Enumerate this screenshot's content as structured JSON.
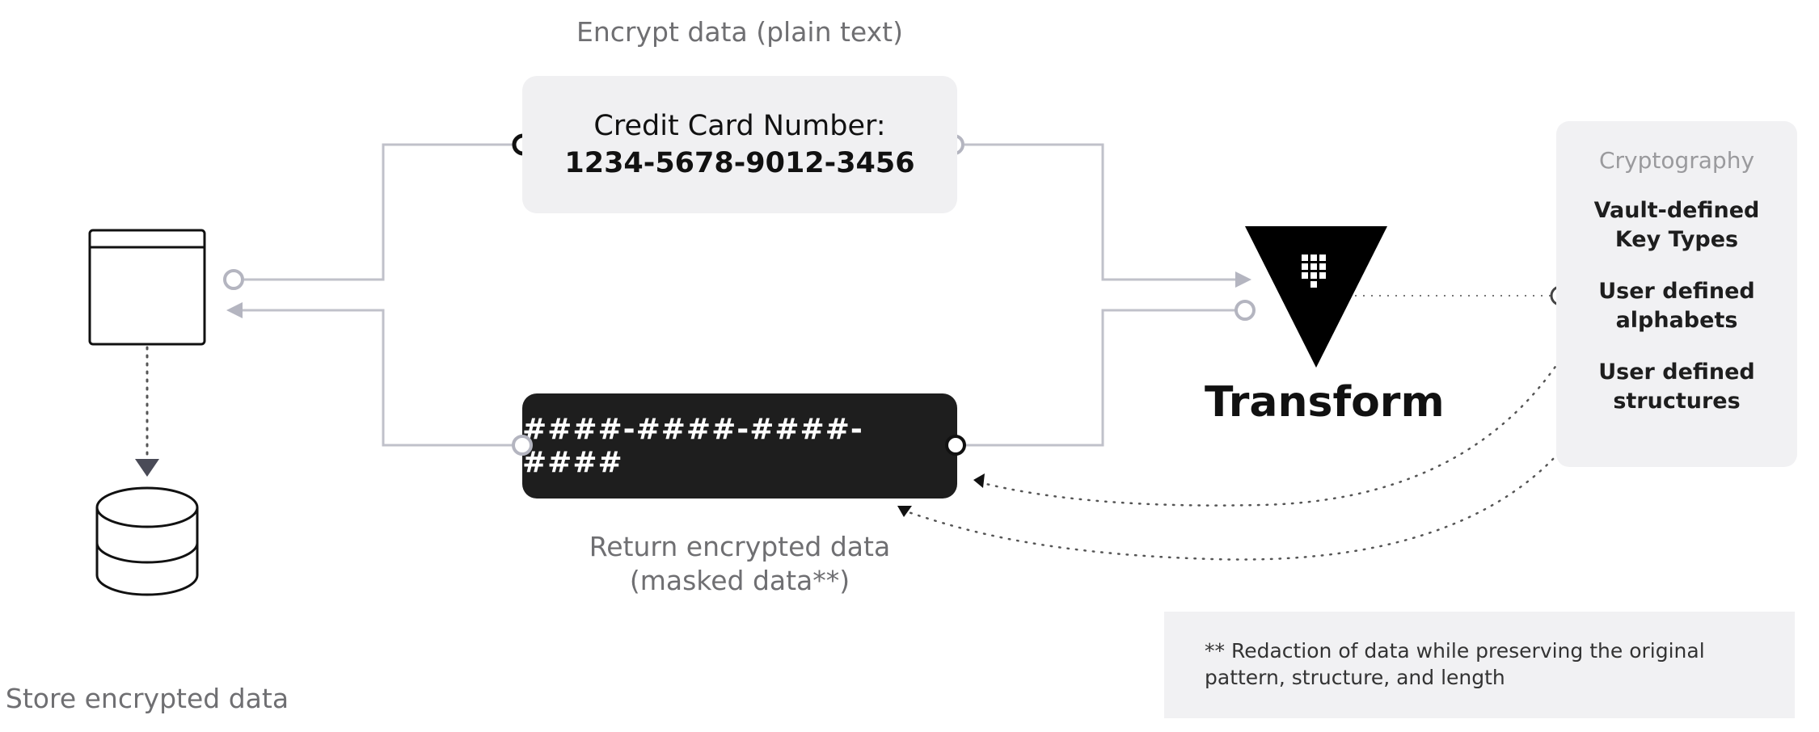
{
  "diagram": {
    "encrypt_label": "Encrypt data (plain text)",
    "plain_card": {
      "line1": "Credit Card Number:",
      "line2": "1234-5678-9012-3456"
    },
    "masked_card": {
      "value": "####-####-####-####"
    },
    "return_label": {
      "line1": "Return encrypted data",
      "line2": "(masked data**)"
    },
    "store_label": "Store encrypted data",
    "transform": {
      "label": "Transform",
      "icon": "vault-logo-icon"
    },
    "crypto_panel": {
      "title": "Cryptography",
      "items": [
        {
          "line1": "Vault-defined",
          "line2": "Key Types"
        },
        {
          "line1": "User defined",
          "line2": "alphabets"
        },
        {
          "line1": "User defined",
          "line2": "structures"
        }
      ]
    },
    "footnote": {
      "line1": "** Redaction of data while preserving the original",
      "line2": "pattern, structure, and length"
    },
    "icons": {
      "application": "application-window-icon",
      "database": "database-icon"
    },
    "colors": {
      "connector": "#b8b9c4",
      "dark": "#1e1e1e",
      "panel_bg": "#f1f1f3"
    }
  }
}
